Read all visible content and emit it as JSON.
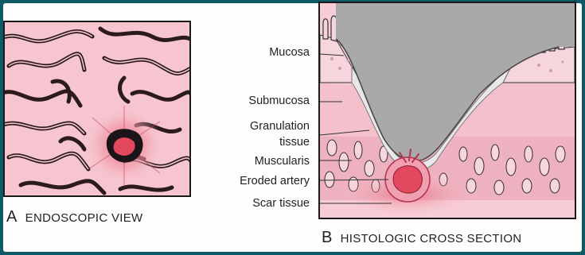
{
  "panel_a": {
    "letter": "A",
    "caption": "ENDOSCOPIC VIEW"
  },
  "panel_b": {
    "letter": "B",
    "caption": "HISTOLOGIC CROSS SECTION",
    "labels": {
      "mucosa": "Mucosa",
      "submucosa": "Submucosa",
      "granulation_1": "Granulation",
      "granulation_2": "tissue",
      "muscularis": "Muscularis",
      "eroded_artery": "Eroded artery",
      "scar_tissue": "Scar tissue"
    }
  },
  "colors": {
    "background": "#0d5a66",
    "tissue_pink": "#f6c5cf",
    "lumen_gray": "#a9a9a9",
    "artery_red": "#e2485e"
  }
}
